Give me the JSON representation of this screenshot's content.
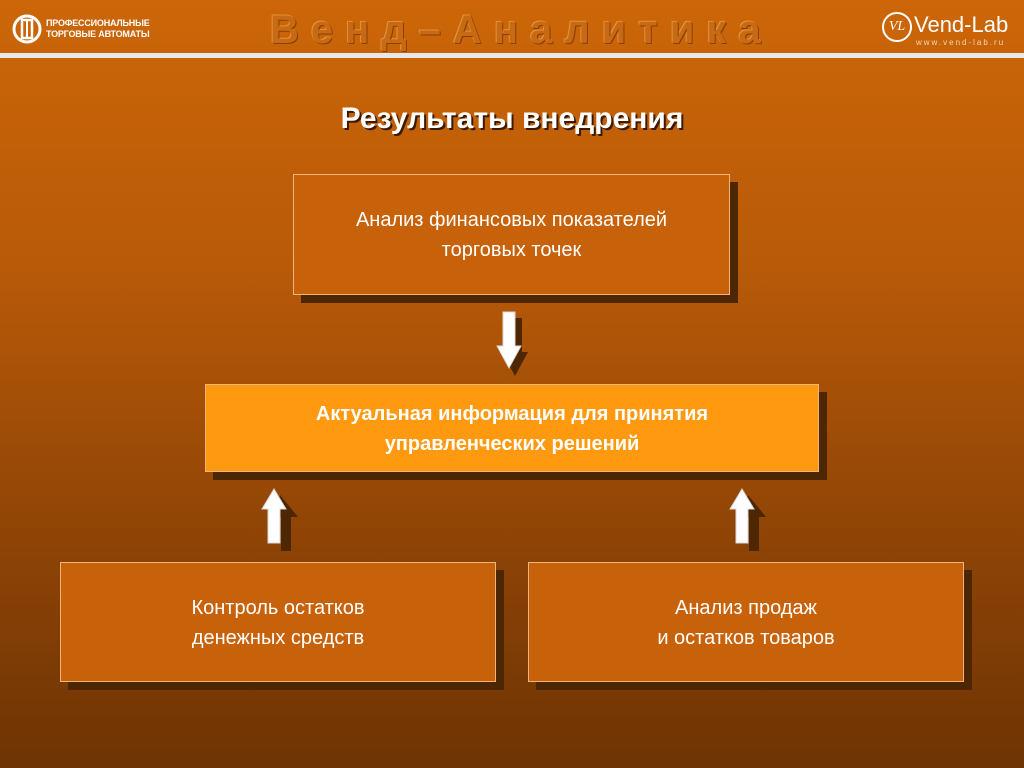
{
  "header": {
    "logo_left_line1": "ПРОФЕССИОНАЛЬНЫЕ",
    "logo_left_line2": "ТОРГОВЫЕ АВТОМАТЫ",
    "brand_title": "Венд–Аналитика",
    "logo_right_mark": "VL",
    "logo_right_name": "Vend-Lab",
    "logo_right_url": "www.vend-lab.ru"
  },
  "title": "Результаты внедрения",
  "boxes": {
    "top": {
      "line1": "Анализ финансовых показателей",
      "line2": "торговых точек"
    },
    "middle": {
      "line1": "Актуальная информация для принятия",
      "line2": "управленческих решений"
    },
    "bottom_left": {
      "line1": "Контроль остатков",
      "line2": "денежных средств"
    },
    "bottom_right": {
      "line1": "Анализ продаж",
      "line2": "и остатков товаров"
    }
  },
  "colors": {
    "background_top": "#cc6608",
    "background_bottom": "#6e3404",
    "box": "#c8620a",
    "box_highlight": "#ff9a10",
    "shadow": "#4d2603",
    "text": "#ffffff"
  },
  "icons": [
    "logo-left-icon",
    "vend-lab-logo-icon",
    "arrow-down-icon",
    "arrow-up-icon"
  ]
}
